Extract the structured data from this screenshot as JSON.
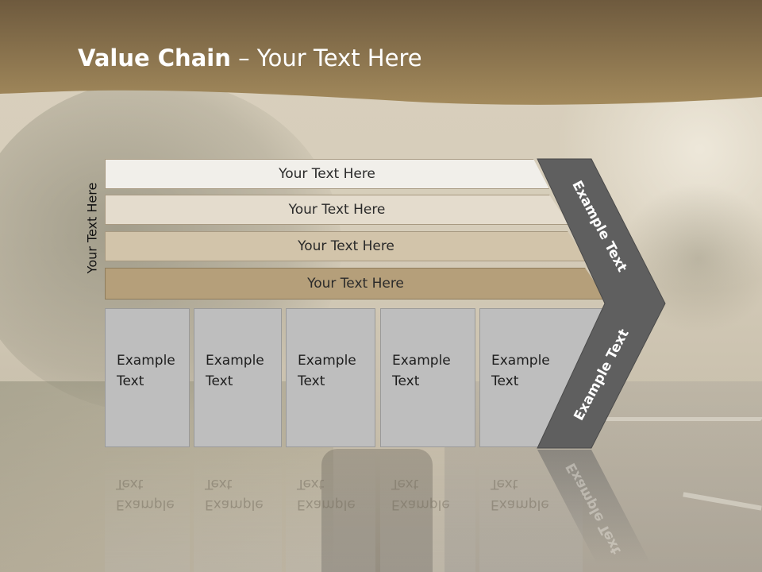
{
  "slide": {
    "title_bold": "Value Chain",
    "title_rest": " – Your Text Here",
    "side_label": "Your Text Here",
    "bands": [
      {
        "label": "Your Text Here",
        "color": "#f1efea"
      },
      {
        "label": "Your Text Here",
        "color": "#e4dccd"
      },
      {
        "label": "Your Text Here",
        "color": "#d2c4aa"
      },
      {
        "label": "Your Text Here",
        "color": "#b59f7a"
      }
    ],
    "columns": [
      {
        "line1": "Example",
        "line2": "Text"
      },
      {
        "line1": "Example",
        "line2": "Text"
      },
      {
        "line1": "Example",
        "line2": "Text"
      },
      {
        "line1": "Example",
        "line2": "Text"
      },
      {
        "line1": "Example",
        "line2": "Text"
      }
    ],
    "chevron_upper_label": "Example Text",
    "chevron_lower_label": "Example Text",
    "colors": {
      "header_top": "#6e5a3e",
      "header_bottom": "#a38a5c",
      "chevron": "#5f5f5f",
      "column_fill": "#bebebe"
    }
  }
}
